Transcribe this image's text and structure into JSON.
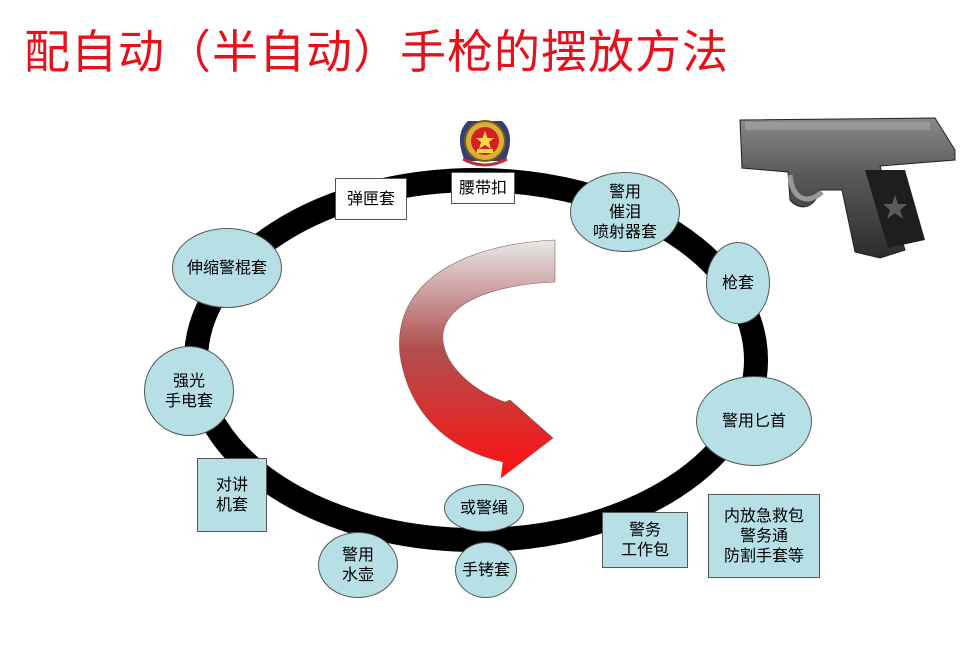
{
  "title": "配自动（半自动）手枪的摆放方法",
  "colors": {
    "title": "#e8101a",
    "ring": "#000000",
    "node_fill": "#b7e0e6",
    "node_white": "#ffffff",
    "arrow_top": "#e8e8e8",
    "arrow_mid": "#b05050",
    "arrow_bottom": "#ff1010"
  },
  "icons": {
    "emblem": "police-emblem-icon",
    "pistol": "pistol-icon",
    "flow_arrow": "curved-arrow-icon"
  },
  "nodes": {
    "magazine_pouch": "弹匣套",
    "belt_buckle": "腰带扣",
    "pepper_spray": "警用\n催泪\n喷射器套",
    "holster": "枪套",
    "baton_holder": "伸缩警棍套",
    "flashlight_holder": "强光\n手电套",
    "knife": "警用匕首",
    "radio_holder": "对讲\n机套",
    "rope": "或警绳",
    "work_bag": "警务\n工作包",
    "bag_contents": "内放急救包\n警务通\n防割手套等",
    "water_bottle": "警用\n水壶",
    "handcuff_holder": "手铐套"
  }
}
